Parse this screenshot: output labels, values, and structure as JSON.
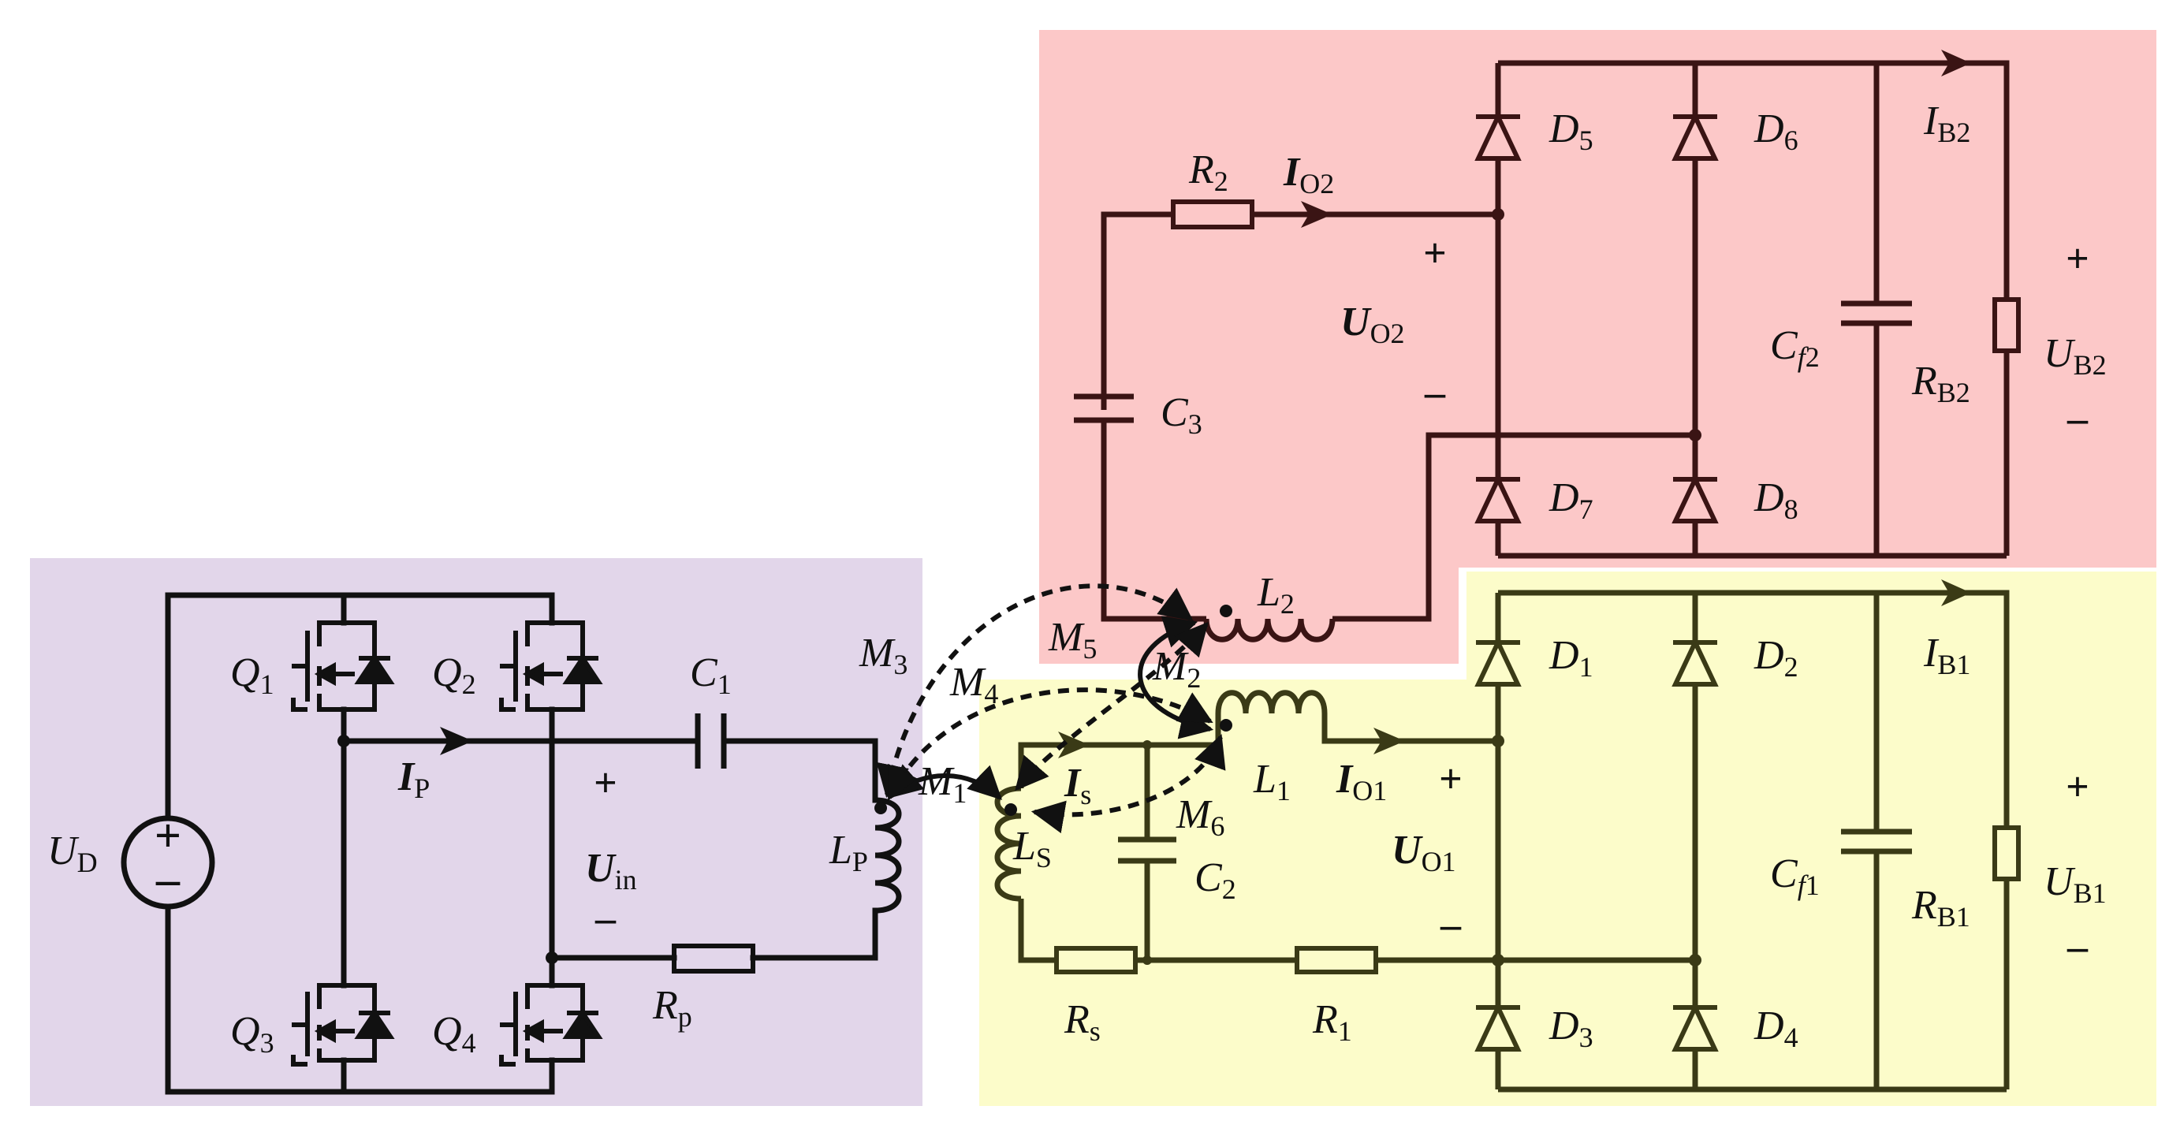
{
  "colors": {
    "purple_region": "#E2D6EA",
    "yellow_region": "#FCFCCA",
    "red_region": "#FCC8C8",
    "wire_primary": "#111111",
    "wire_secondary1": "#3A3A16",
    "wire_secondary2": "#3A1414"
  },
  "symbols": {
    "plus": "+",
    "minus": "–"
  },
  "primary": {
    "source": {
      "main": "U",
      "sub": "D"
    },
    "q1": {
      "main": "Q",
      "sub": "1"
    },
    "q2": {
      "main": "Q",
      "sub": "2"
    },
    "q3": {
      "main": "Q",
      "sub": "3"
    },
    "q4": {
      "main": "Q",
      "sub": "4"
    },
    "c1": {
      "main": "C",
      "sub": "1"
    },
    "ip": {
      "main": "I",
      "sub": "P"
    },
    "uin": {
      "main": "U",
      "sub": "in"
    },
    "lp": {
      "main": "L",
      "sub": "P"
    },
    "rp": {
      "main": "R",
      "sub": "p"
    }
  },
  "coupling": {
    "m1": {
      "main": "M",
      "sub": "1"
    },
    "m2": {
      "main": "M",
      "sub": "2"
    },
    "m3": {
      "main": "M",
      "sub": "3"
    },
    "m4": {
      "main": "M",
      "sub": "4"
    },
    "m5": {
      "main": "M",
      "sub": "5"
    },
    "m6": {
      "main": "M",
      "sub": "6"
    }
  },
  "secondary1": {
    "ls": {
      "main": "L",
      "sub": "S"
    },
    "is": {
      "main": "I",
      "sub": "s"
    },
    "c2": {
      "main": "C",
      "sub": "2"
    },
    "rs": {
      "main": "R",
      "sub": "s"
    },
    "l1": {
      "main": "L",
      "sub": "1"
    },
    "io1": {
      "main": "I",
      "sub": "O1"
    },
    "uo1": {
      "main": "U",
      "sub": "O1"
    },
    "r1": {
      "main": "R",
      "sub": "1"
    },
    "d1": {
      "main": "D",
      "sub": "1"
    },
    "d2": {
      "main": "D",
      "sub": "2"
    },
    "d3": {
      "main": "D",
      "sub": "3"
    },
    "d4": {
      "main": "D",
      "sub": "4"
    },
    "cf1": {
      "main": "C",
      "sub1": "f",
      "sub2": "1"
    },
    "rb1": {
      "main": "R",
      "sub": "B1"
    },
    "ib1": {
      "main": "I",
      "sub": "B1"
    },
    "ub1": {
      "main": "U",
      "sub": "B1"
    }
  },
  "secondary2": {
    "r2": {
      "main": "R",
      "sub": "2"
    },
    "io2": {
      "main": "I",
      "sub": "O2"
    },
    "uo2": {
      "main": "U",
      "sub": "O2"
    },
    "c3": {
      "main": "C",
      "sub": "3"
    },
    "l2": {
      "main": "L",
      "sub": "2"
    },
    "d5": {
      "main": "D",
      "sub": "5"
    },
    "d6": {
      "main": "D",
      "sub": "6"
    },
    "d7": {
      "main": "D",
      "sub": "7"
    },
    "d8": {
      "main": "D",
      "sub": "8"
    },
    "cf2": {
      "main": "C",
      "sub1": "f",
      "sub2": "2"
    },
    "rb2": {
      "main": "R",
      "sub": "B2"
    },
    "ib2": {
      "main": "I",
      "sub": "B2"
    },
    "ub2": {
      "main": "U",
      "sub": "B2"
    }
  }
}
